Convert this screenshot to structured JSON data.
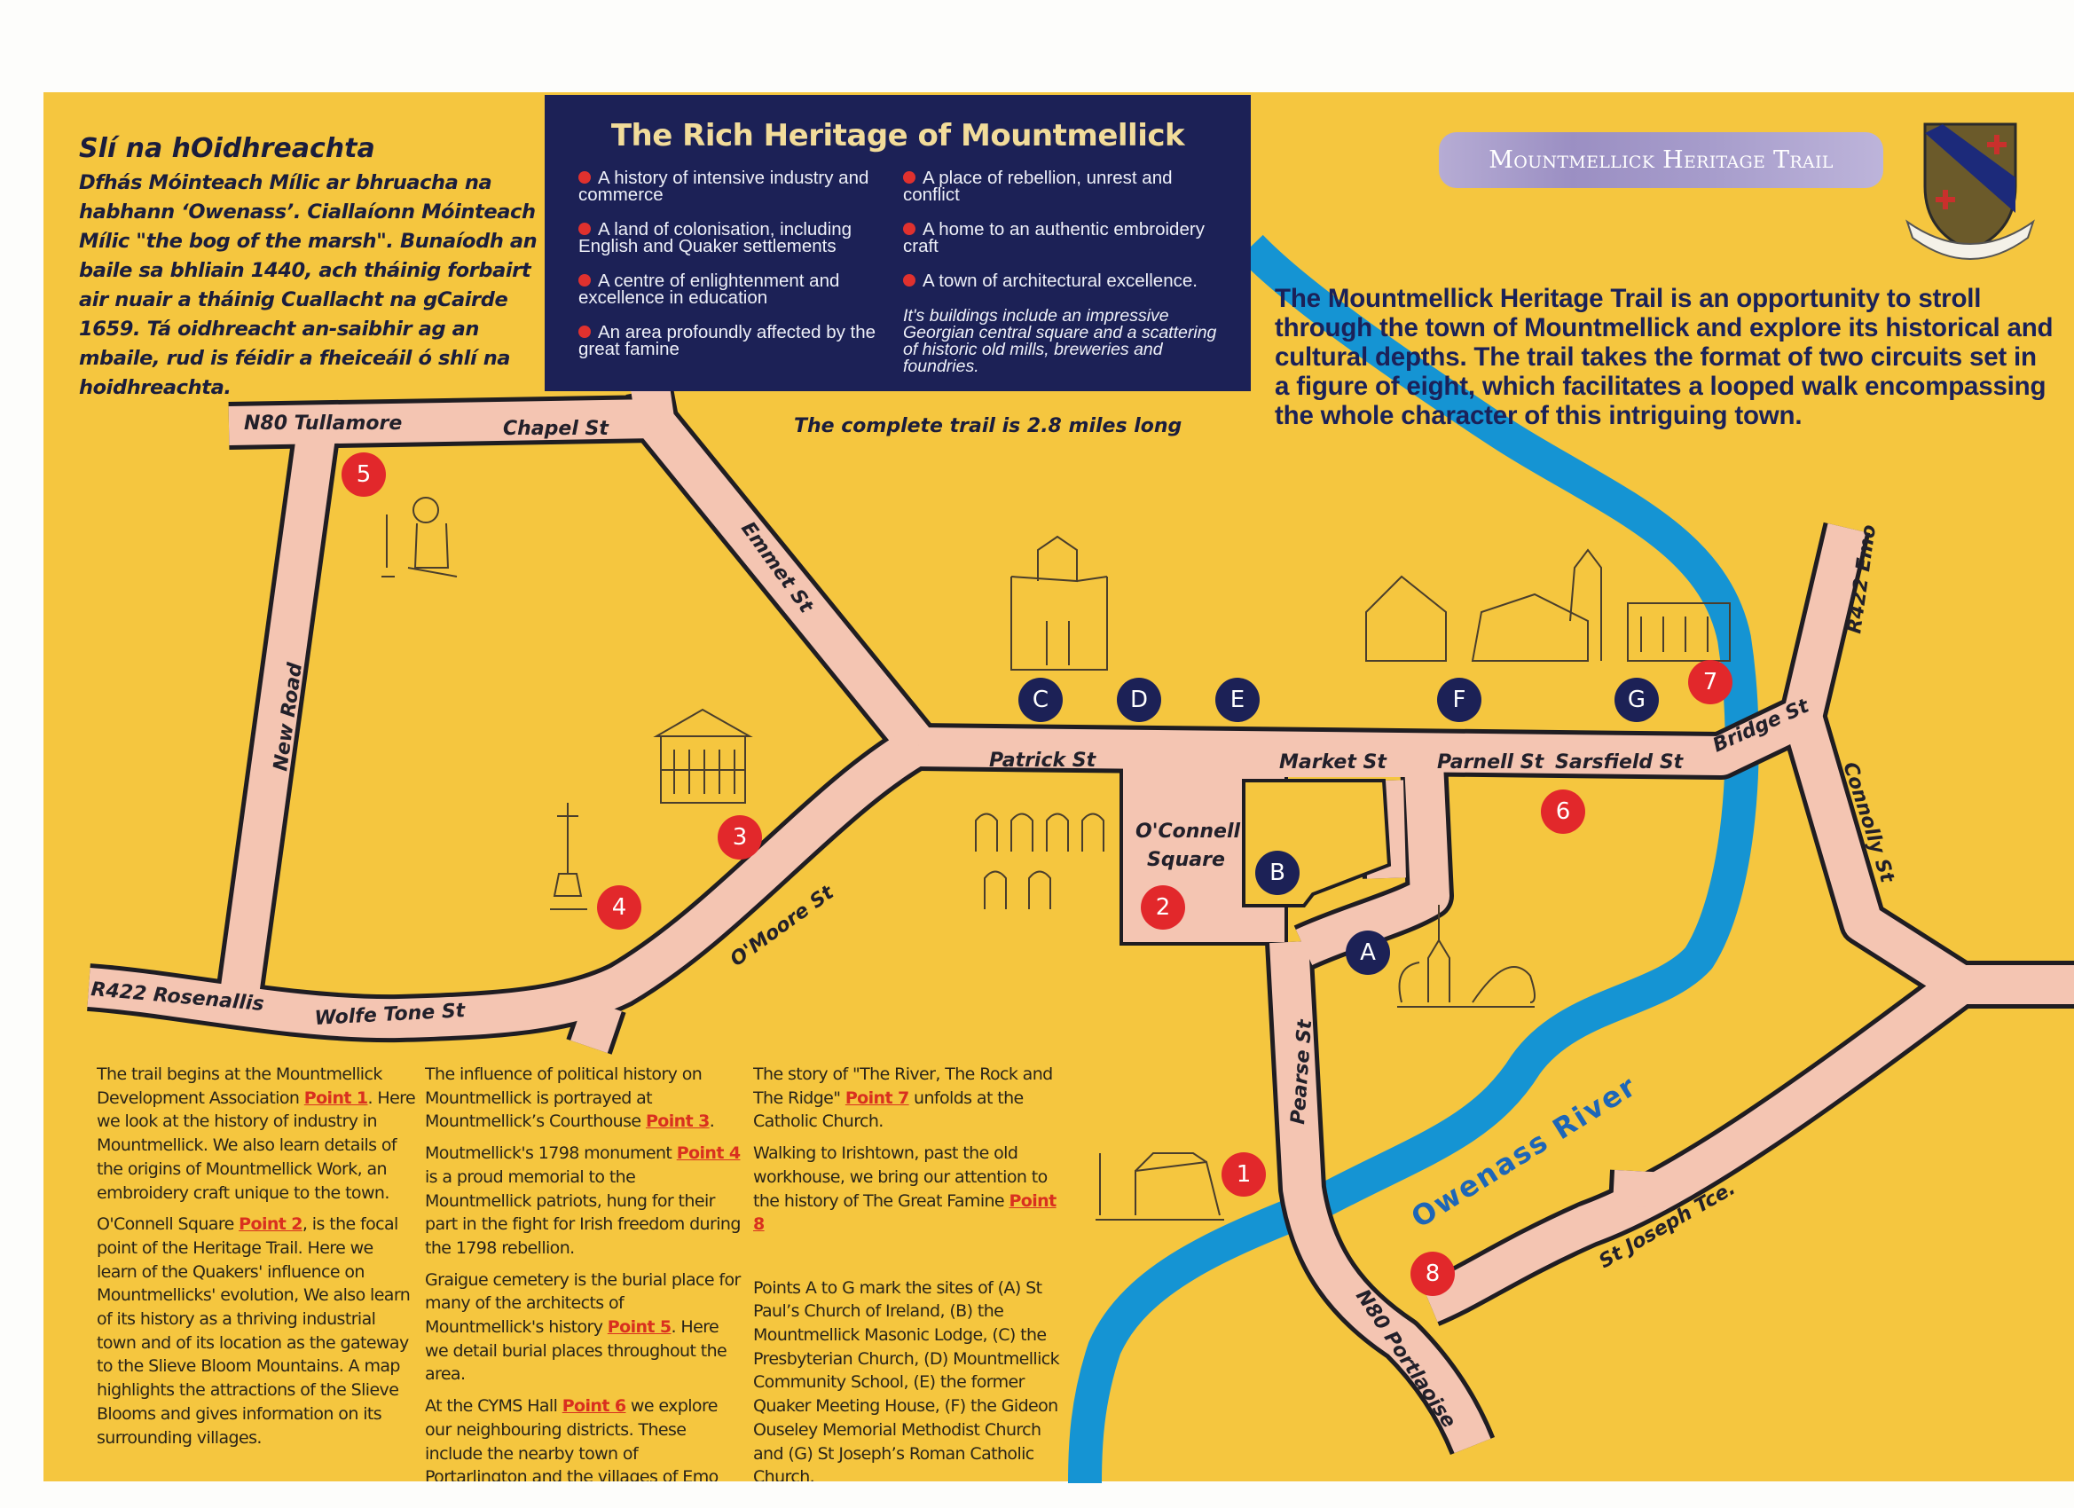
{
  "irish_panel": {
    "title": "Slí na hOidhreachta",
    "body": "Dfhás Móinteach Mílic ar bhruacha na habhann ‘Owenass’. Ciallaíonn Móinteach Mílic  \"the bog of the marsh\". Bunaíodh an baile sa bhliain 1440, ach tháinig forbairt air nuair a tháinig Cuallacht na gCairde 1659. Tá oidhreacht an-saibhir ag an mbaile,  rud is féidir a fheiceáil ó shlí na hoidhreachta."
  },
  "heritage_box": {
    "title": "The Rich Heritage of Mountmellick",
    "left_bullets": [
      "A history of intensive industry and commerce",
      "A land of colonisation, including English and Quaker settlements",
      "A centre of enlightenment and excellence in education",
      "An area profoundly affected by the great famine"
    ],
    "right_bullets": [
      "A place of rebellion, unrest and conflict",
      "A home to an authentic embroidery craft",
      "A town of architectural excellence."
    ],
    "note": "It's buildings include an impressive Georgian central square and a scattering of historic old mills, breweries and foundries."
  },
  "trail_badge": "Mountmellick Heritage Trail",
  "intro": "The Mountmellick Heritage Trail is an opportunity to stroll through the town of Mountmellick and explore its historical and cultural depths. The trail takes the format of two circuits set in a figure of eight, which facilitates a looped walk  encompassing the whole character of this intriguing town.",
  "trail_length": "The complete trail is 2.8 miles long",
  "labels": {
    "n80_tullamore": "N80 Tullamore",
    "chapel_st": "Chapel St",
    "emmet_st": "Emmet St",
    "new_road": "New Road",
    "r422_rosenallis": "R422 Rosenallis",
    "wolfe_tone_st": "Wolfe Tone St",
    "omoore_st": "O'Moore St",
    "patrick_st": "Patrick St",
    "oconnell_1": "O'Connell",
    "oconnell_2": "Square",
    "market_st": "Market St",
    "parnell_st": "Parnell St",
    "sarsfield_st": "Sarsfield St",
    "bridge_st": "Bridge St",
    "r422_emo": "R422 Emo",
    "connolly_st": "Connolly St",
    "pearse_st": "Pearse St",
    "river": "Owenass River",
    "st_joseph_tce": "St Joseph Tce.",
    "n80_portlaoise": "N80 Portlaoise"
  },
  "points": [
    "1",
    "2",
    "3",
    "4",
    "5",
    "6",
    "7",
    "8"
  ],
  "sites": [
    "A",
    "B",
    "C",
    "D",
    "E",
    "F",
    "G"
  ],
  "colors": {
    "panel": "#f5c63f",
    "navy": "#1c2156",
    "road": "#f4c5b2",
    "river": "#1594d3",
    "point": "#e2282b"
  },
  "columns": [
    [
      [
        {
          "t": "The trail begins at the Mountmellick Development Association "
        },
        {
          "t": "Point 1",
          "link": true
        },
        {
          "t": ". Here we look at the history of industry in Mountmellick. We also learn details of the origins of Mountmellick Work, an embroidery craft unique to the town."
        }
      ],
      [
        {
          "t": "O'Connell Square "
        },
        {
          "t": "Point 2",
          "link": true
        },
        {
          "t": ", is the focal point of the Heritage Trail. Here we learn of the Quakers' influence on Mountmellicks' evolution, We also learn of its history as a thriving industrial town and of its location as the gateway to the Slieve Bloom Mountains. A map highlights the attractions of the Slieve Blooms and gives information on its surrounding villages."
        }
      ]
    ],
    [
      [
        {
          "t": "The influence of political history on Mountmellick is portrayed at Mountmellick’s Courthouse "
        },
        {
          "t": "Point 3",
          "link": true
        },
        {
          "t": "."
        }
      ],
      [
        {
          "t": "Moutmellick's 1798 monument "
        },
        {
          "t": "Point 4",
          "link": true
        },
        {
          "t": " is a proud memorial to the Mountmellick patriots, hung for their part in the fight for Irish freedom during the 1798 rebellion."
        }
      ],
      [
        {
          "t": "Graigue cemetery is the burial place for many of the architects of Mountmellick's history "
        },
        {
          "t": "Point 5",
          "link": true
        },
        {
          "t": ". Here we detail burial places throughout the area."
        }
      ],
      [
        {
          "t": "At the CYMS Hall "
        },
        {
          "t": "Point 6",
          "link": true
        },
        {
          "t": " we explore our neighbouring districts. These include the nearby town of Portarlington and the villages of Emo"
        }
      ]
    ],
    [
      [
        {
          "t": "The story of \"The River, The Rock and The Ridge\" "
        },
        {
          "t": "Point 7",
          "link": true
        },
        {
          "t": " unfolds at the Catholic Church."
        }
      ],
      [
        {
          "t": "Walking to Irishtown, past the old workhouse, we bring our attention to the history of The Great Famine "
        },
        {
          "t": "Point 8",
          "link": true
        }
      ],
      [
        {
          "t": ""
        }
      ],
      [
        {
          "t": "Points A to G mark the sites of (A) St Paul’s Church of Ireland, (B) the Mountmellick Masonic Lodge, (C) the Presbyterian Church, (D) Mountmellick Community School, (E) the former Quaker Meeting House, (F) the Gideon Ouseley Memorial Methodist Church and (G) St Joseph’s Roman Catholic Church."
        }
      ]
    ]
  ]
}
